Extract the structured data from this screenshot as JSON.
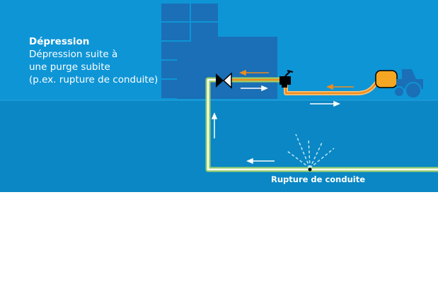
{
  "caption": {
    "title": "Dépression",
    "lines": [
      "Dépression suite à",
      "une purge subite",
      "(p.ex. rupture de conduite)"
    ]
  },
  "labels": {
    "rupture": "Rupture de conduite"
  },
  "colors": {
    "sky": "#0e95d6",
    "ground": "#0a87c4",
    "building": "#1a6fb6",
    "pipe_fresh": "#9bd06a",
    "pipe_flow": "#f08c1c",
    "tank": "#f5a623",
    "arrow_white": "#ffffff",
    "arrow_orange": "#f08c1c"
  },
  "icons": {
    "valve": "backflow-valve-icon",
    "tap": "tap-icon",
    "tractor": "tractor-tank-icon",
    "spray": "water-spray-icon"
  }
}
